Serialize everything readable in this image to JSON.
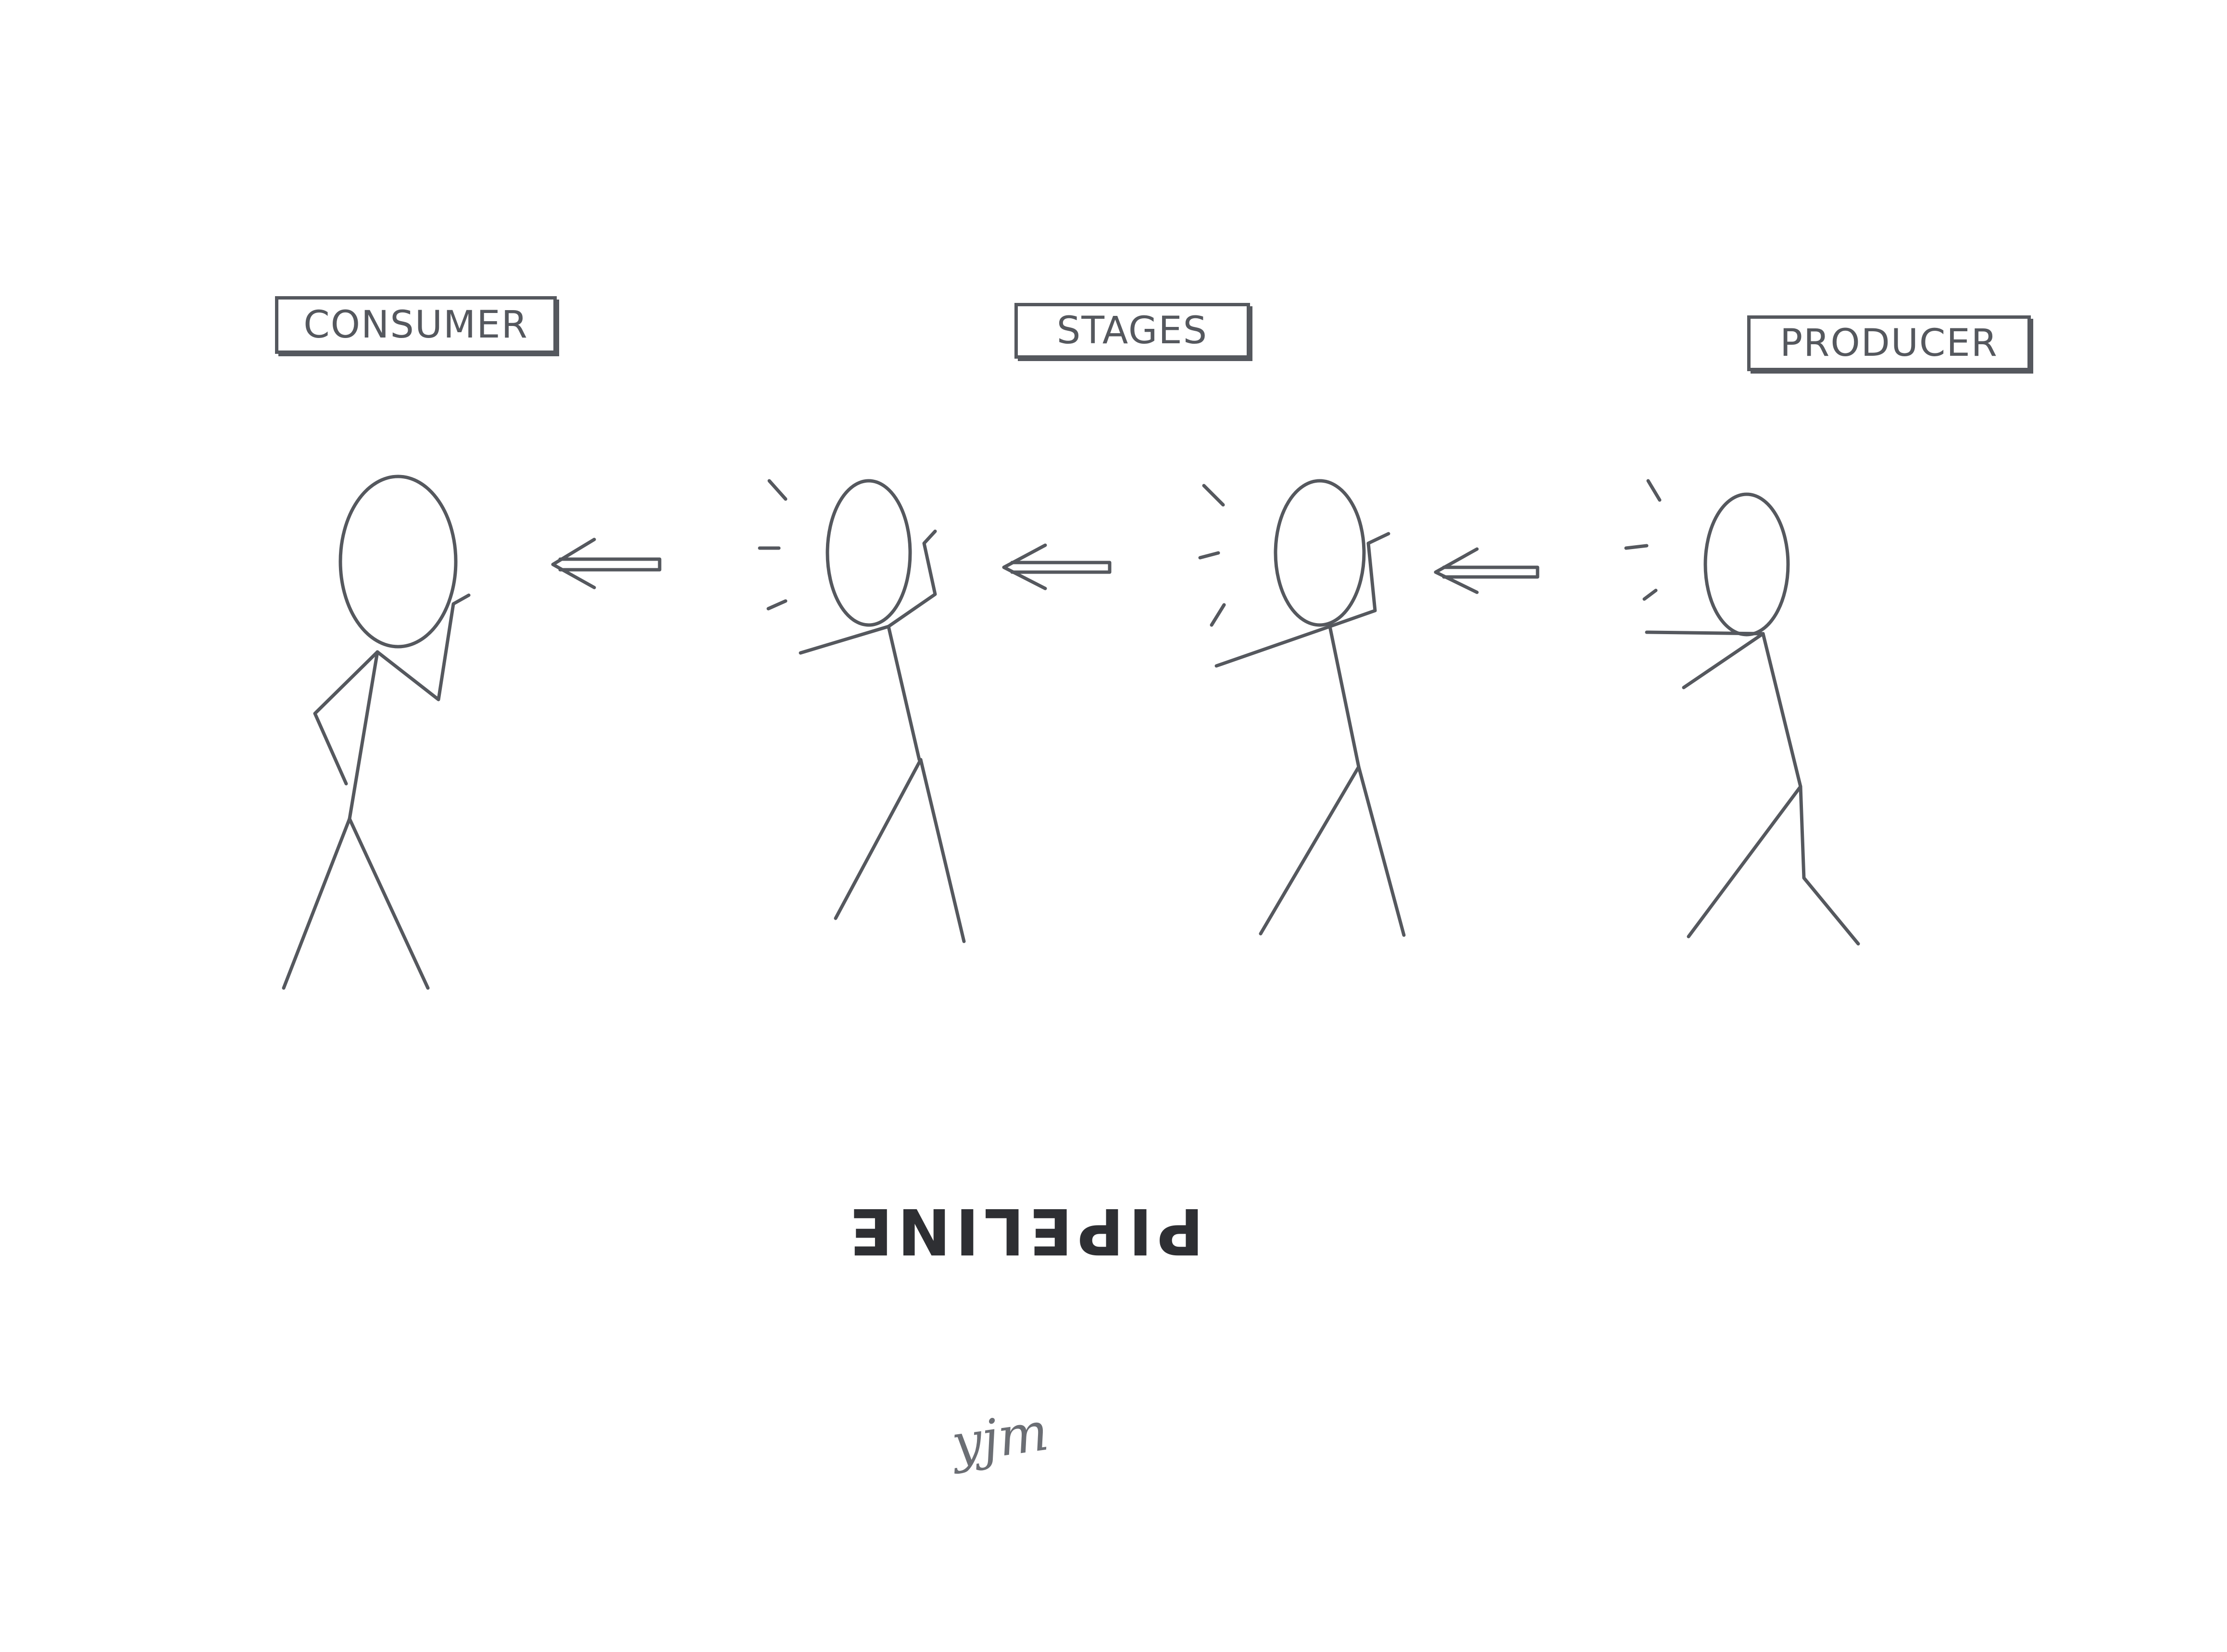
{
  "labels": {
    "consumer": "CONSUMER",
    "stages": "STAGES",
    "producer": "PRODUCER"
  },
  "title": "PIPELINE",
  "signature": "yjm",
  "colors": {
    "ink": "#55585e",
    "background": "#ffffff"
  },
  "figures": [
    {
      "role": "consumer",
      "pose": "waiting"
    },
    {
      "role": "stage",
      "pose": "passing"
    },
    {
      "role": "stage",
      "pose": "passing"
    },
    {
      "role": "producer",
      "pose": "throwing"
    }
  ]
}
